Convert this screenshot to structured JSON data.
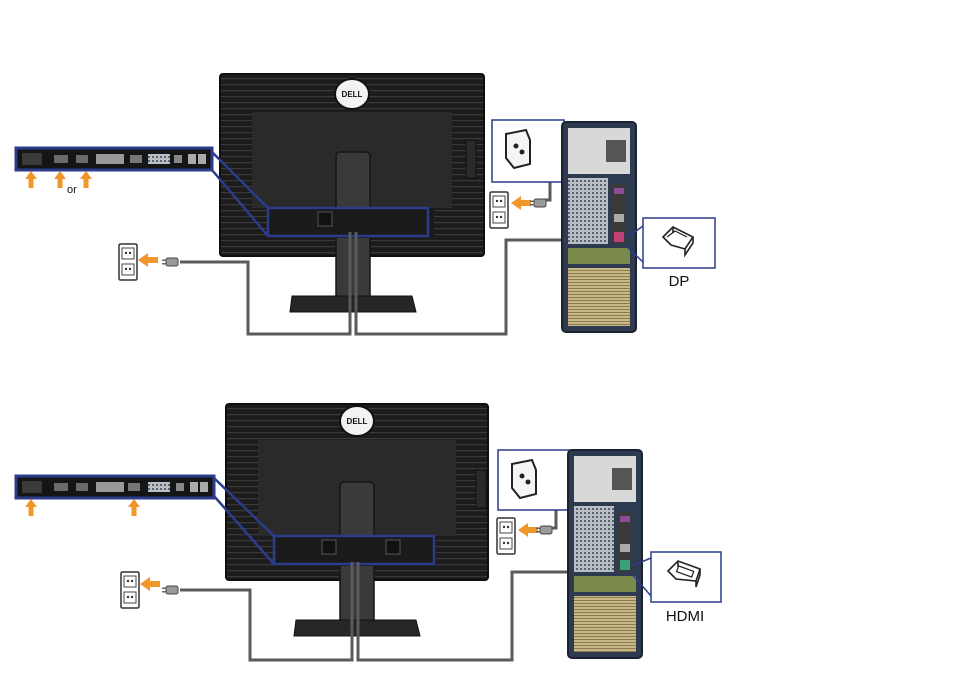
{
  "diagrams": [
    {
      "id": "dp",
      "brand": "DELL",
      "or_label": "or",
      "connector_label": "DP"
    },
    {
      "id": "hdmi",
      "brand": "DELL",
      "connector_label": "HDMI"
    }
  ],
  "colors": {
    "bezel": "#1b1b1b",
    "monitor_back": "#2a2a2a",
    "highlight_frame": "#2b3c8c",
    "cable": "#5a5a5a",
    "arrow": "#f0962a",
    "pc_case": "#2d3a4f",
    "port_panel": "#151515"
  },
  "icons": [
    "power-plug-icon",
    "wall-outlet-icon",
    "displayport-connector-icon",
    "hdmi-connector-icon",
    "up-arrow-icon",
    "dell-logo"
  ]
}
